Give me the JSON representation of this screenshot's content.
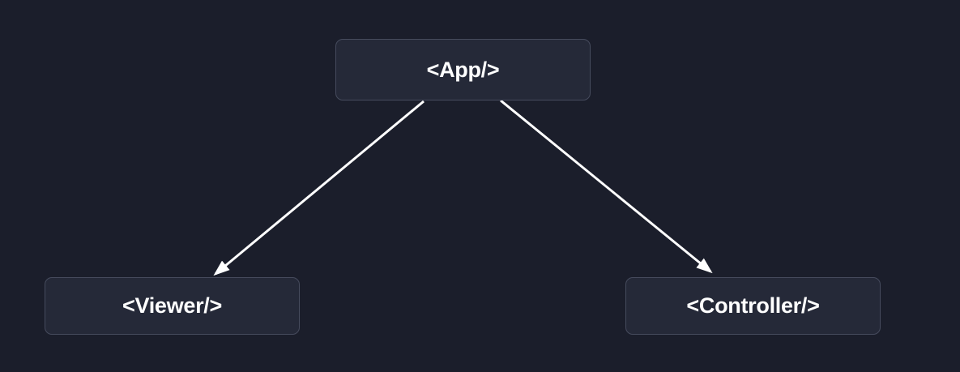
{
  "theme": {
    "background_color": "#1b1e2b",
    "node_fill": "#252938",
    "node_border": "#464b5d",
    "node_text_color": "#ffffff",
    "edge_color": "#ffffff"
  },
  "diagram": {
    "nodes": [
      {
        "id": "app",
        "label": "<App/>"
      },
      {
        "id": "viewer",
        "label": "<Viewer/>"
      },
      {
        "id": "controller",
        "label": "<Controller/>"
      }
    ],
    "edges": [
      {
        "from": "app",
        "to": "viewer"
      },
      {
        "from": "app",
        "to": "controller"
      }
    ]
  }
}
